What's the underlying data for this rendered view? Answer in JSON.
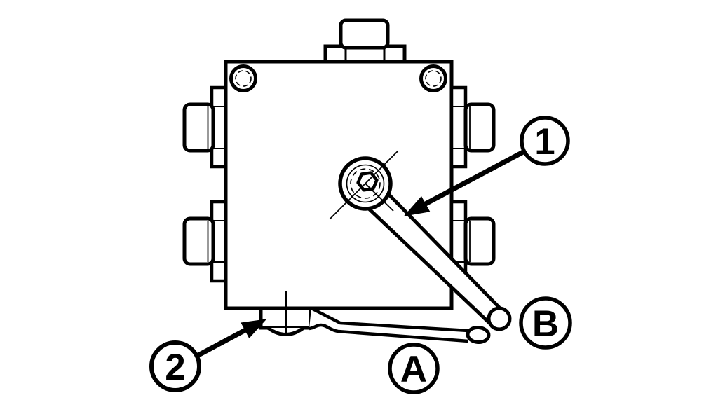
{
  "figure": {
    "background_color": "#ffffff",
    "line_color": "#000000"
  },
  "callouts": {
    "item1": {
      "label": "1"
    },
    "item2": {
      "label": "2"
    },
    "positionA": {
      "label": "A"
    },
    "positionB": {
      "label": "B"
    }
  }
}
